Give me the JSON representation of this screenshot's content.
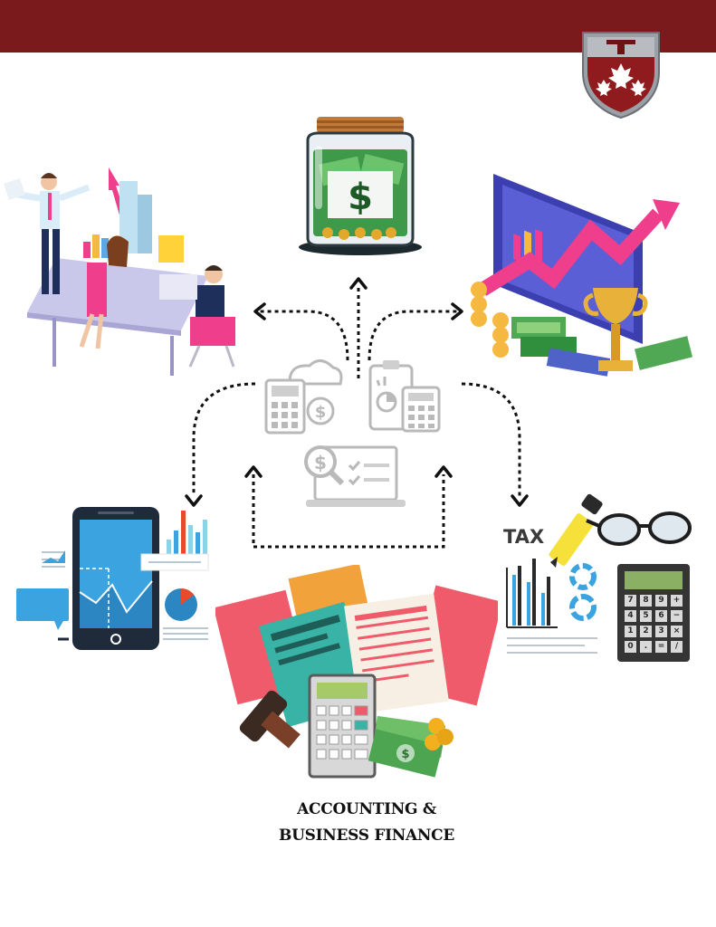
{
  "header": {
    "band_color": "#7a1a1c"
  },
  "crest": {
    "icon": "maple-leaf-shield"
  },
  "center_icons": [
    "cloud-calculator-icon",
    "clipboard-calculator-icon",
    "laptop-magnifier-checklist-icon"
  ],
  "illustrations": {
    "top_center": "money-jar",
    "top_left": "team-meeting-chart",
    "top_right": "monitor-growth-trophy",
    "middle_left": "phone-analytics",
    "middle_right": {
      "tax_label": "TAX",
      "calculator_keys": [
        "7",
        "8",
        "9",
        "+",
        "4",
        "5",
        "6",
        "−",
        "1",
        "2",
        "3",
        "×",
        "0",
        ".",
        "=",
        "/"
      ]
    },
    "bottom_center": "documents-calculator-stamp-money"
  },
  "caption": {
    "line1": "ACCOUNTING &",
    "line2": "BUSINESS FINANCE"
  }
}
